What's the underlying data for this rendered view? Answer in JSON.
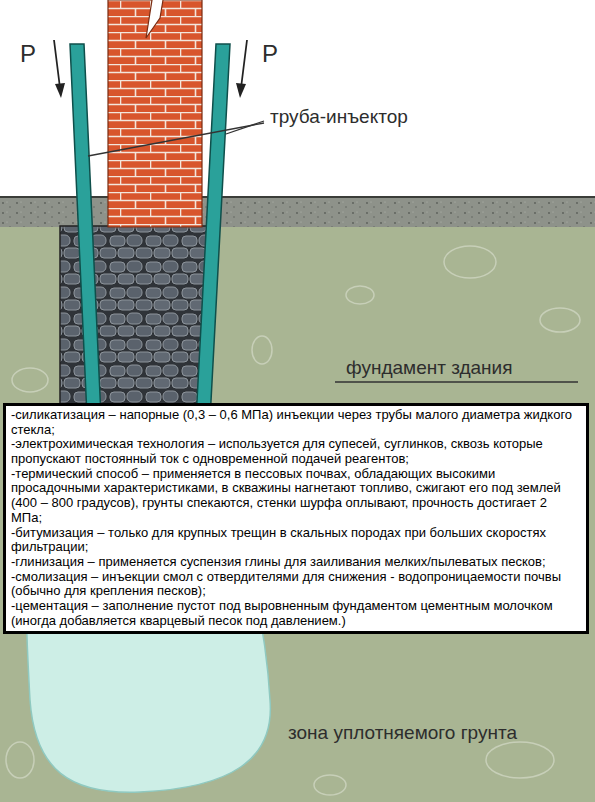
{
  "diagram": {
    "nodes": [
      {
        "text": [
          "-силикатизация – напорные (0,3 – 0,6 МПа) инъекции через трубы малого диаметра жидкого стекла;",
          "-электрохимическая технология – используется для супесей, суглинков, сквозь которые пропускают постоянный ток с одновременной подачей реагентов;",
          "-термический способ – применяется в пессовых почвах, обладающих высокими просадочными характеристиками, в скважины нагнетают топливо, сжигают его под землей (400 – 800 градусов), грунты спекаются, стенки шурфа оплывают, прочность достигает 2 МПа;",
          "-битумизация – только для крупных трещин в скальных породах при больших скоростях фильтрации;",
          "-глинизация – применяется суспензия глины для заиливания мелких/пылеватых песков;",
          "-смолизация – инъекции смол с отвердителями для снижения - водопроницаемости почвы (обычно для крепления песков);",
          "-цементация – заполнение пустот под выровненным фундаментом цементным молочком (иногда добавляется кварцевый песок под давлением.)"
        ]
      }
    ],
    "labels": [
      "P",
      "P",
      "труба-инъектор",
      "фундамент здания",
      "зона уплотняемого грунта"
    ]
  }
}
